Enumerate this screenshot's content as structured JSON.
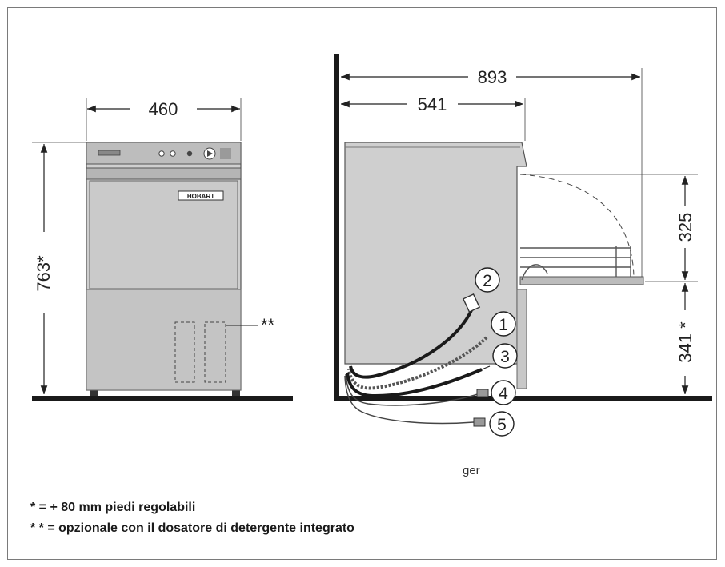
{
  "dimensions": {
    "front_width": "460",
    "front_height": "763*",
    "side_depth_total": "893",
    "side_depth_body": "541",
    "rack_height": "325",
    "lower_height": "341 *",
    "detergent_marker": "**"
  },
  "front_view": {
    "brand_badge": "HOBART"
  },
  "callouts": [
    "1",
    "2",
    "3",
    "4",
    "5"
  ],
  "caption_fragment": "ger",
  "notes": {
    "note_1": "* = + 80 mm piedi regolabili",
    "note_2": "* * = opzionale con il dosatore di detergente integrato"
  }
}
